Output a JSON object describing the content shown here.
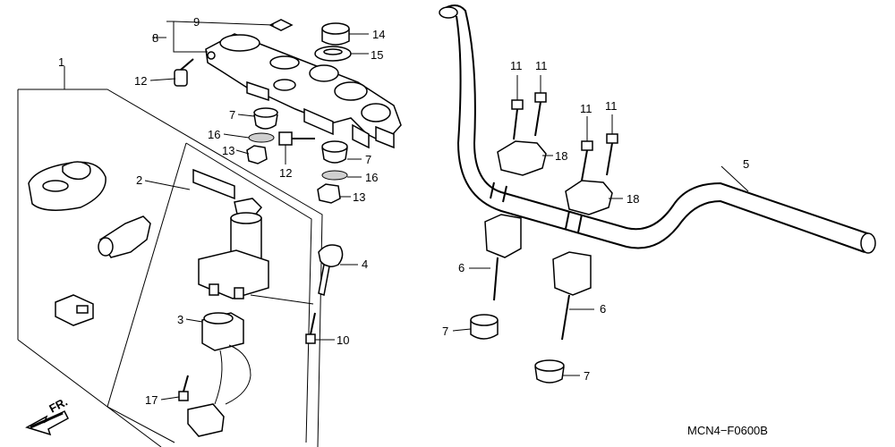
{
  "diagram_code": "MCN4−F0600B",
  "direction_label": "FR.",
  "callouts": [
    {
      "id": "c1",
      "text": "1"
    },
    {
      "id": "c2",
      "text": "2"
    },
    {
      "id": "c3",
      "text": "3"
    },
    {
      "id": "c4",
      "text": "4"
    },
    {
      "id": "c5",
      "text": "5"
    },
    {
      "id": "c6a",
      "text": "6"
    },
    {
      "id": "c6b",
      "text": "6"
    },
    {
      "id": "c7a",
      "text": "7"
    },
    {
      "id": "c7b",
      "text": "7"
    },
    {
      "id": "c7c",
      "text": "7"
    },
    {
      "id": "c7d",
      "text": "7"
    },
    {
      "id": "c8",
      "text": "8"
    },
    {
      "id": "c9",
      "text": "9"
    },
    {
      "id": "c10",
      "text": "10"
    },
    {
      "id": "c11a",
      "text": "11"
    },
    {
      "id": "c11b",
      "text": "11"
    },
    {
      "id": "c11c",
      "text": "11"
    },
    {
      "id": "c11d",
      "text": "11"
    },
    {
      "id": "c12a",
      "text": "12"
    },
    {
      "id": "c12b",
      "text": "12"
    },
    {
      "id": "c13a",
      "text": "13"
    },
    {
      "id": "c13b",
      "text": "13"
    },
    {
      "id": "c14",
      "text": "14"
    },
    {
      "id": "c15",
      "text": "15"
    },
    {
      "id": "c16a",
      "text": "16"
    },
    {
      "id": "c16b",
      "text": "16"
    },
    {
      "id": "c17",
      "text": "17"
    },
    {
      "id": "c18a",
      "text": "18"
    },
    {
      "id": "c18b",
      "text": "18"
    }
  ]
}
